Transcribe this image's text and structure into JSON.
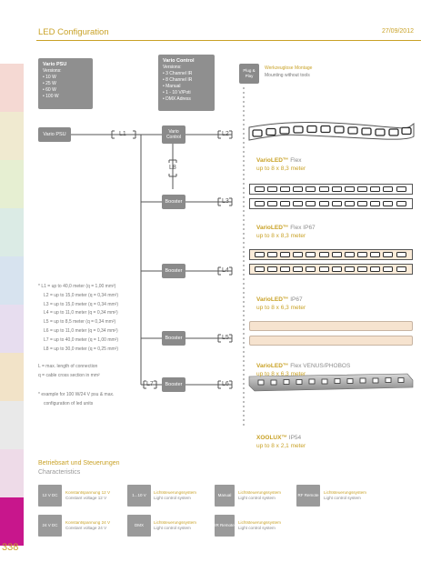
{
  "header": {
    "title": "LED Configuration",
    "date": "27/09/2012"
  },
  "page_number": "338",
  "sidebar_colors": [
    "#f5d9d3",
    "#f0ead0",
    "#e6efd2",
    "#dbebe5",
    "#d7e3ef",
    "#e7ddef",
    "#f2e3c8",
    "#e9e9e9",
    "#eedbe8",
    "#c8168c"
  ],
  "psu_box": {
    "title": "Vario PSU",
    "subtitle": "Versions:",
    "items": [
      "• 10 W",
      "• 25 W",
      "• 60 W",
      "• 100 W"
    ]
  },
  "control_box": {
    "title": "Vario Control",
    "subtitle": "Versions:",
    "items": [
      "• 3 Channel IR",
      "• 8 Channel IR",
      "• Manual",
      "• 1 - 10 V/Poti",
      "• DMX Adress"
    ]
  },
  "plug_box": {
    "label": "Plug & Play",
    "de": "Werkzeuglose Montage",
    "en": "Mounting without tools"
  },
  "nodes": {
    "psu": "Vario PSU",
    "control": "Vario Control",
    "booster": "Booster"
  },
  "segments": {
    "l1": "L1",
    "l2": "L2",
    "l3": "L3",
    "l4": "L4",
    "l5": "L5",
    "l6": "L6",
    "l7": "L7",
    "l8": "L8"
  },
  "notes": {
    "lines": [
      "* L1 = up to 40,0 meter (q = 1,00 mm²)",
      "L2 = up to 15,0 meter (q = 0,34 mm²)",
      "L3 = up to 15,0 meter (q = 0,34 mm²)",
      "L4 = up to 11,0 meter (q = 0,34 mm²)",
      "L5 = up to 8,5 meter (q = 0,34 mm²)",
      "L6 = up to 11,0 meter (q = 0,34 mm²)",
      "L7 = up to 40,0 meter (q = 1,00 mm²)",
      "L8 = up to 30,0 meter (q = 0,25 mm²)"
    ],
    "legend1": "L = max. length of connection",
    "legend2": "q = cable cross section in mm²",
    "example1": "* example for 100 W/24 V psu & max.",
    "example2": "configuration of led units"
  },
  "products": [
    {
      "brand": "VarioLED™",
      "name": " Flex",
      "sub": "up to 8 x 8,3 meter"
    },
    {
      "brand": "VarioLED™",
      "name": " Flex IP67",
      "sub": "up to 8 x 8,3 meter"
    },
    {
      "brand": "VarioLED™",
      "name": " IP67",
      "sub": "up to 8 x 6,3 meter"
    },
    {
      "brand": "VarioLED™",
      "name": " Flex VENUS/PHOBOS",
      "sub": "up to 8 x 6,3 meter"
    },
    {
      "brand": "XOOLUX™",
      "name": " IP54",
      "sub": "up to 8 x 2,1 meter"
    }
  ],
  "characteristics": {
    "de": "Betriebsart und Steuerungen",
    "en": "Characteristics"
  },
  "controls": [
    {
      "box": "12 V DC",
      "de": "Konstantspannung 12 V",
      "en": "Constant voltage 12 V"
    },
    {
      "box": "1...10 V",
      "de": "Lichtsteuerungssystem",
      "en": "Light control system"
    },
    {
      "box": "Manual",
      "de": "Lichtsteuerungssystem",
      "en": "Light control system"
    },
    {
      "box": "RF Remote",
      "de": "Lichtsteuerungssystem",
      "en": "Light control system"
    },
    {
      "box": "24 V DC",
      "de": "Konstantspannung 24 V",
      "en": "Constant voltage 24 V"
    },
    {
      "box": "DMX",
      "de": "Lichtsteuerungssystem",
      "en": "Light control system"
    },
    {
      "box": "IR Remote",
      "de": "Lichtsteuerungssystem",
      "en": "Light control system"
    }
  ]
}
